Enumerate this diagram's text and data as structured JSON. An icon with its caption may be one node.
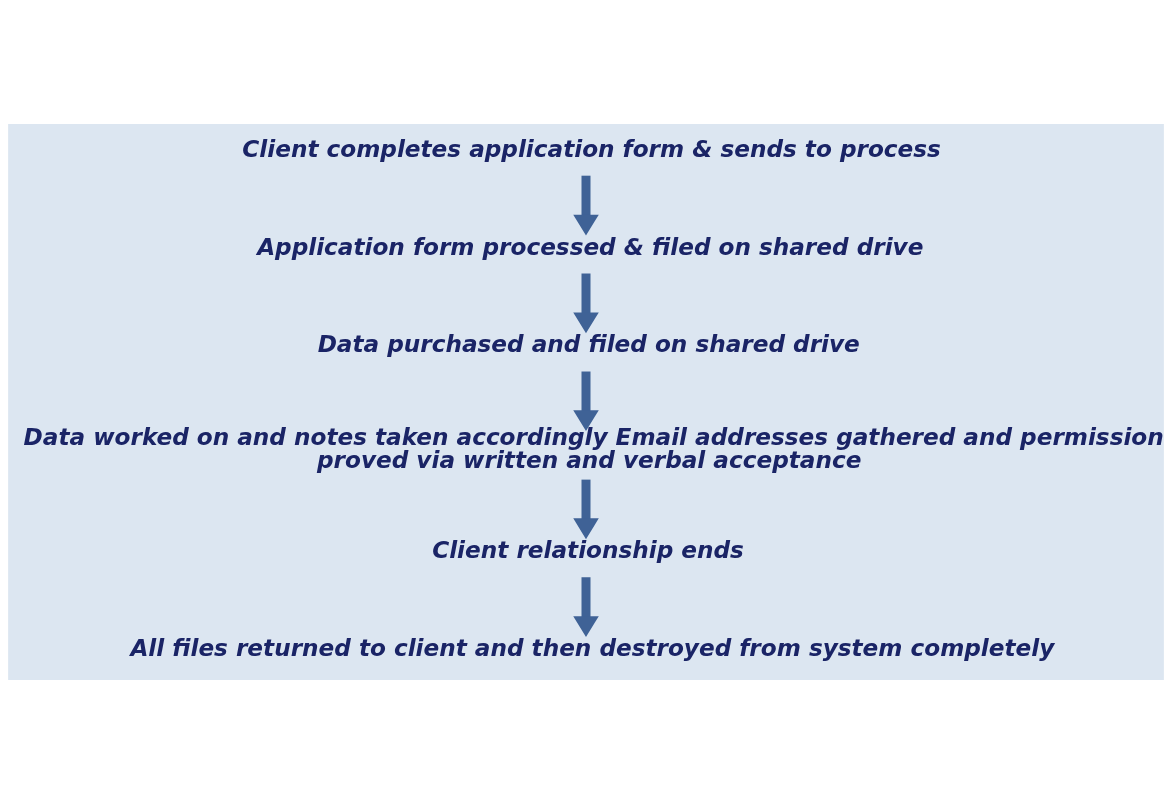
{
  "diagram": {
    "nodes": [
      {
        "text": [
          "Client completes application form & sends to process"
        ]
      },
      {
        "text": [
          "Application form processed & filed on shared drive"
        ]
      },
      {
        "text": [
          "Data purchased and filed on shared drive"
        ]
      },
      {
        "text": [
          "Data worked on and notes taken accordingly Email addresses gathered and permission proved via written and verbal acceptance"
        ]
      },
      {
        "text": [
          "Client relationship ends"
        ]
      },
      {
        "text": [
          "All files returned to client and then destroyed from system completely"
        ]
      }
    ],
    "edges": [
      {
        "from": 0,
        "to": 1,
        "arrow": "to"
      },
      {
        "from": 1,
        "to": 2,
        "arrow": "to"
      },
      {
        "from": 2,
        "to": 3,
        "arrow": "to"
      },
      {
        "from": 3,
        "to": 4,
        "arrow": "to"
      },
      {
        "from": 4,
        "to": 5,
        "arrow": "to"
      }
    ]
  }
}
